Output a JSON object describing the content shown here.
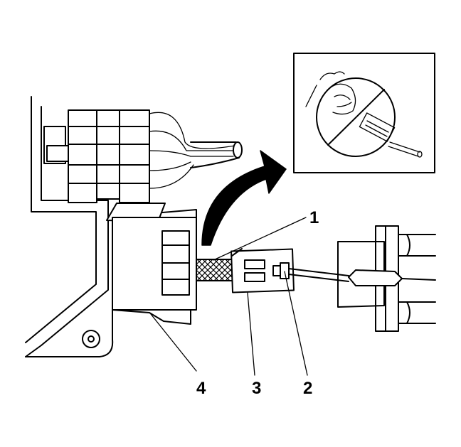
{
  "callouts": {
    "c1": "1",
    "c2": "2",
    "c3": "3",
    "c4": "4"
  },
  "icons": {
    "warning": "prohibited-action-icon",
    "arrow": "curved-arrow-icon"
  },
  "colors": {
    "ink": "#000000",
    "paper": "#ffffff"
  }
}
